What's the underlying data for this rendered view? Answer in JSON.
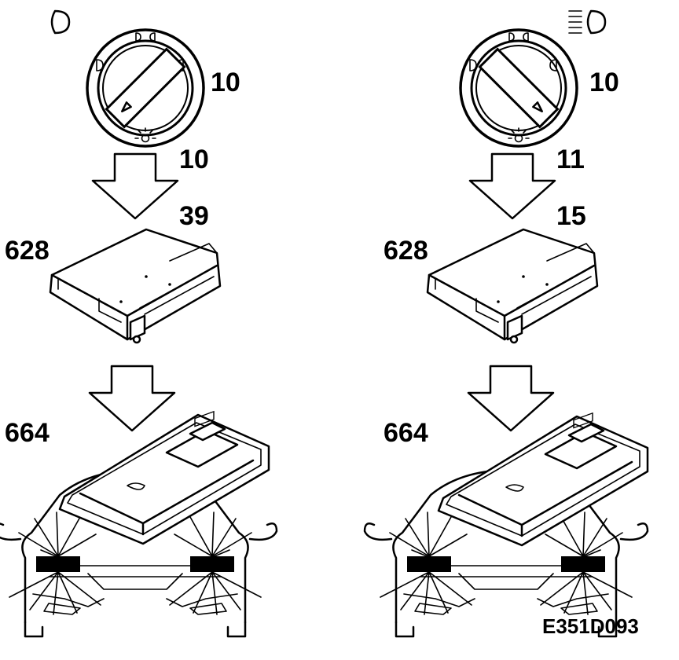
{
  "diagram": {
    "code": "E351D093",
    "left": {
      "switch_label": "10",
      "connector_switch": "10",
      "module_connector": "39",
      "module_label": "628",
      "lamp_module_label": "664",
      "active_symbol": "parking-light-icon"
    },
    "right": {
      "switch_label": "10",
      "connector_switch": "11",
      "module_connector": "15",
      "module_label": "628",
      "lamp_module_label": "664",
      "active_symbol": "headlight-low-beam-icon"
    }
  }
}
